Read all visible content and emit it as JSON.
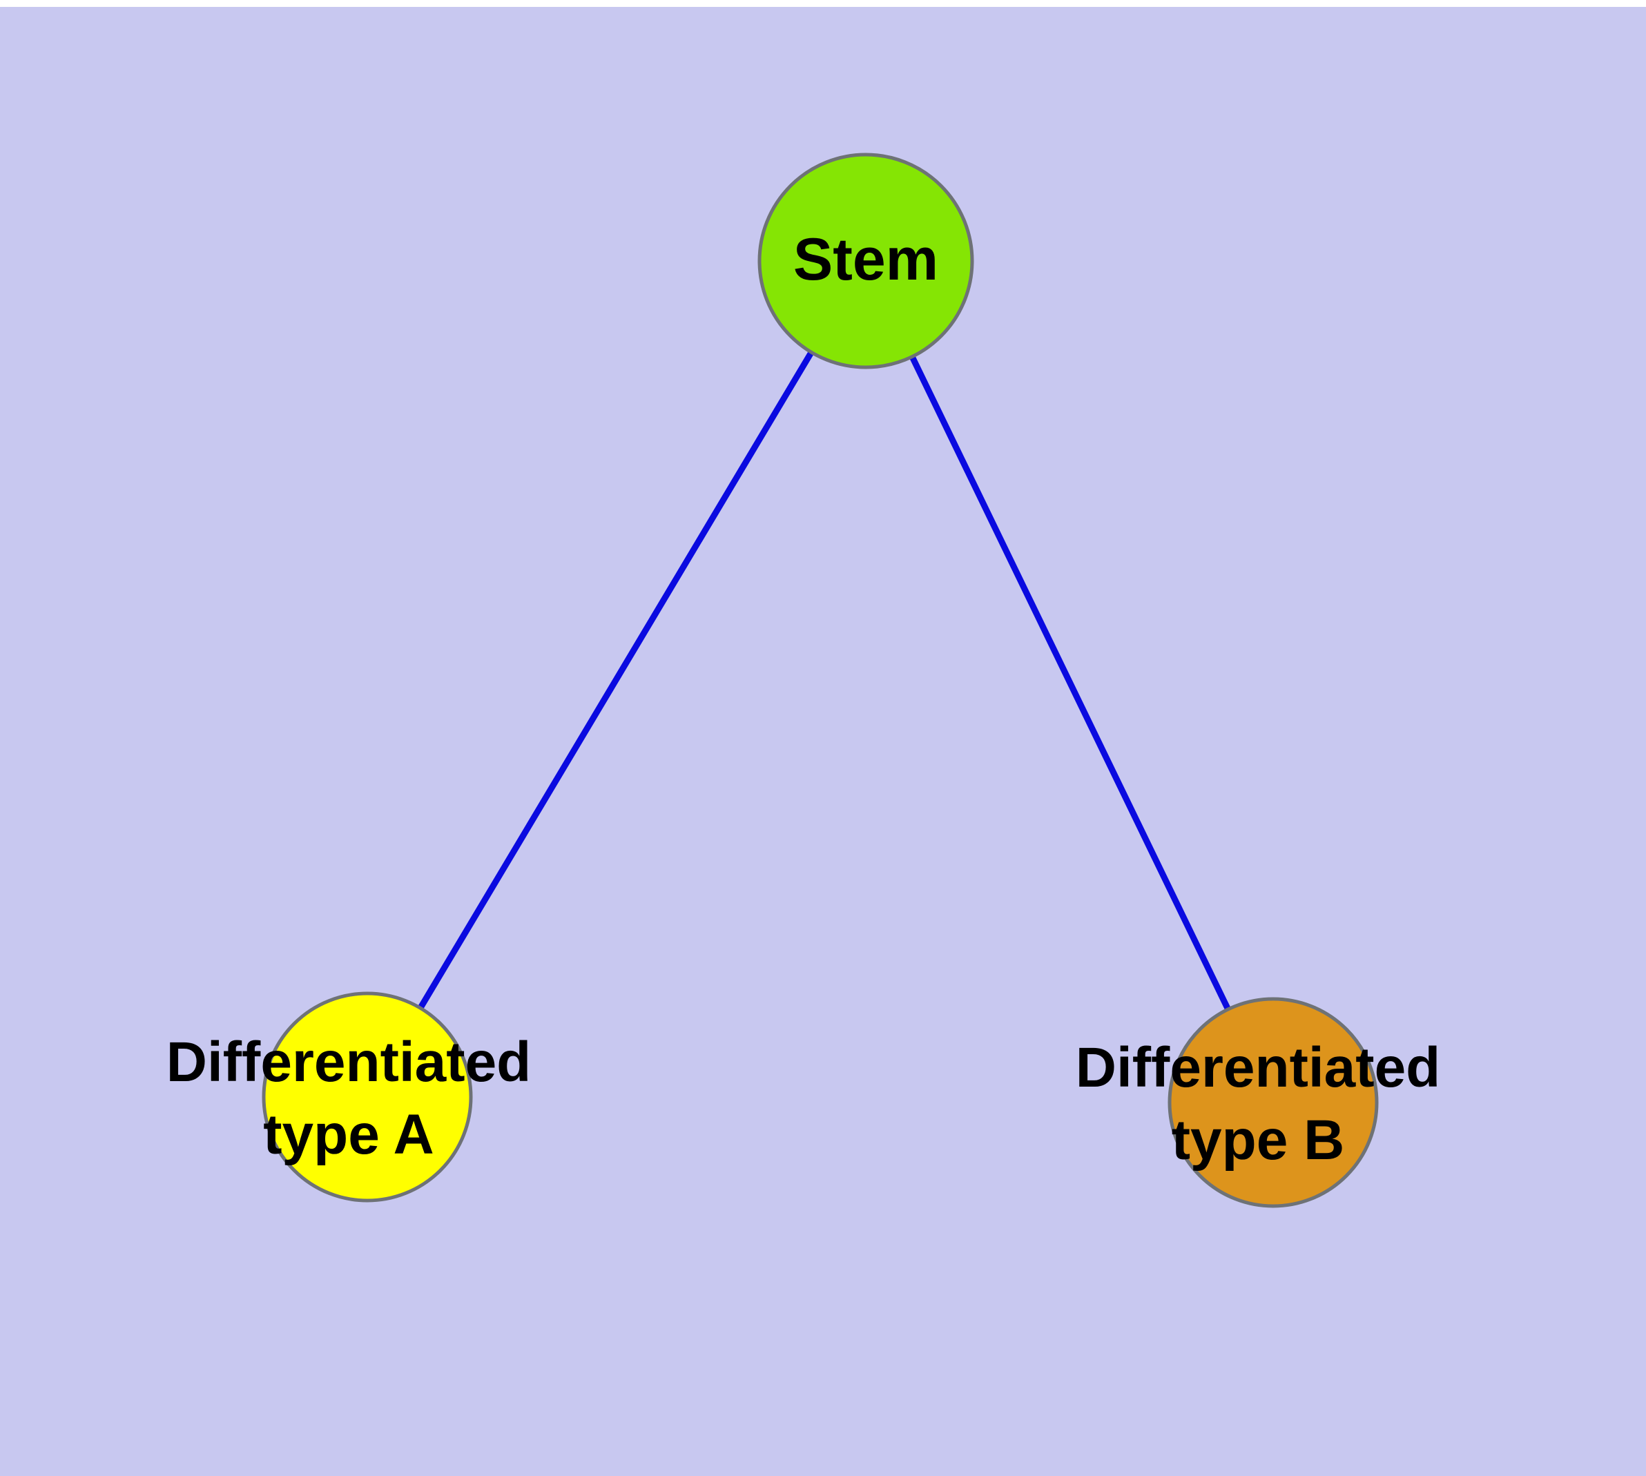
{
  "diagram": {
    "background_color": "#c8c8f0",
    "edge_color": "#0a0ae0",
    "edges": [
      {
        "from": "stem",
        "to": "type_a"
      },
      {
        "from": "stem",
        "to": "type_b"
      }
    ],
    "nodes": {
      "stem": {
        "label": "Stem",
        "fill": "#85e504",
        "stroke": "#6e7276"
      },
      "type_a": {
        "label_line1": "Differentiated",
        "label_line2": "type A",
        "fill": "#ffff00",
        "stroke": "#6e7276"
      },
      "type_b": {
        "label_line1": "Differentiated",
        "label_line2": "type B",
        "fill": "#dd941c",
        "stroke": "#6e7276"
      }
    }
  }
}
